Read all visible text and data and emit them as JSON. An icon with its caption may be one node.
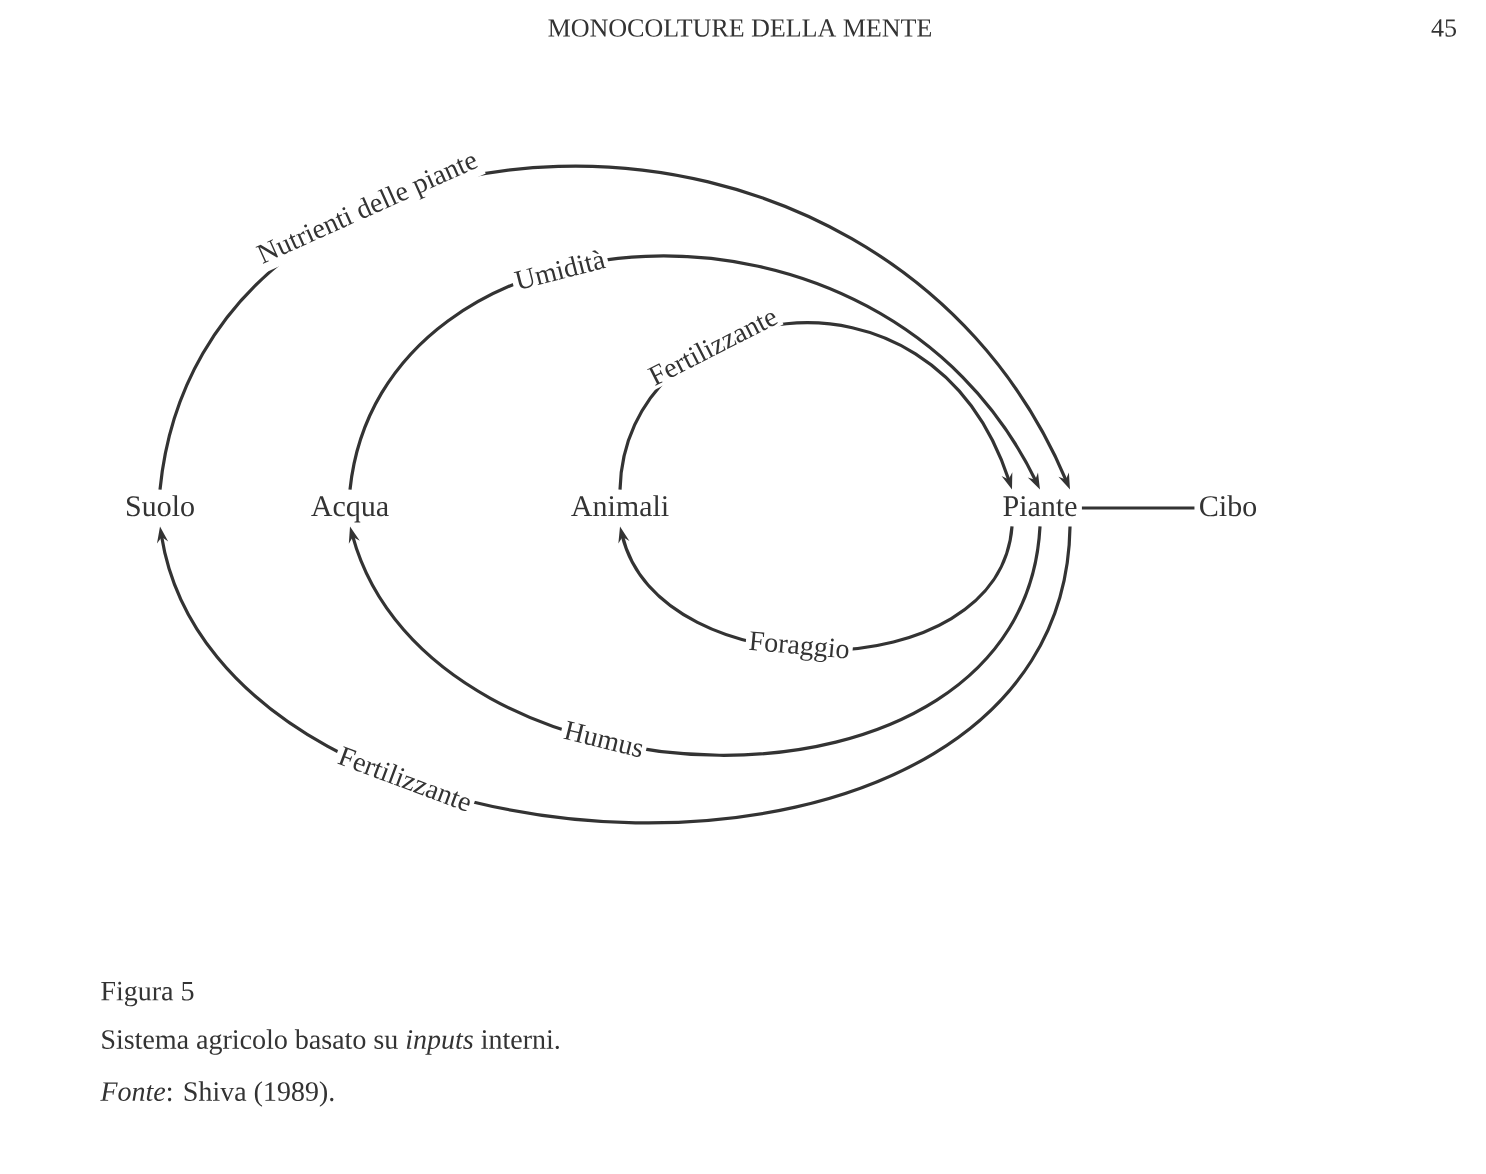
{
  "diagram": {
    "caption": "Sistema agricolo basato su *inputs* interni.",
    "nodes": [
      {
        "text": [
          "Suolo"
        ]
      },
      {
        "text": [
          "Acqua"
        ]
      },
      {
        "text": [
          "Animali"
        ]
      },
      {
        "text": [
          "Piante"
        ]
      },
      {
        "text": [
          "Cibo"
        ]
      }
    ],
    "edges": [
      {
        "from": 0,
        "to": 3,
        "arrow": "to",
        "label": "Nutrienti delle piante"
      },
      {
        "from": 1,
        "to": 3,
        "arrow": "to",
        "label": "Umidità"
      },
      {
        "from": 2,
        "to": 3,
        "arrow": "to",
        "label": "Fertilizzante"
      },
      {
        "from": 3,
        "to": 4,
        "arrow": "none"
      },
      {
        "from": 3,
        "to": 2,
        "arrow": "to",
        "label": "Foraggio"
      },
      {
        "from": 3,
        "to": 1,
        "arrow": "to",
        "label": "Humus"
      },
      {
        "from": 3,
        "to": 0,
        "arrow": "to",
        "label": "Fertilizzante"
      }
    ],
    "labels": [
      "MONOCOLTURE DELLA MENTE",
      "45",
      "Figura 5",
      "*Fonte*: Shiva (1989)."
    ]
  }
}
